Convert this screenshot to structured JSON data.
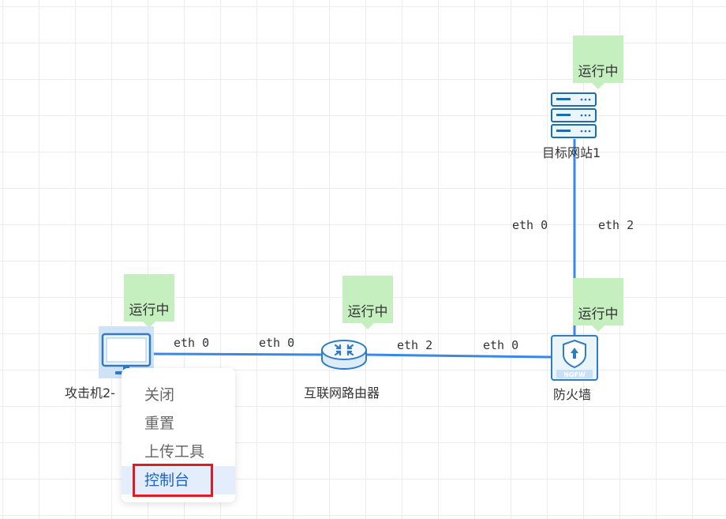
{
  "status_text": "运行中",
  "nodes": {
    "attacker": {
      "label": "攻击机2-",
      "status": "运行中"
    },
    "router": {
      "label": "互联网路由器",
      "status": "运行中"
    },
    "firewall": {
      "label": "防火墙",
      "status": "运行中",
      "icon_text": "NGFW"
    },
    "website": {
      "label": "目标网站1",
      "status": "运行中"
    }
  },
  "links": {
    "attacker_router": {
      "a_port": "eth 0",
      "b_port": "eth 0"
    },
    "router_firewall": {
      "a_port": "eth 2",
      "b_port": "eth 0"
    },
    "firewall_website": {
      "left_port": "eth 0",
      "right_port": "eth 2"
    }
  },
  "context_menu": {
    "items": [
      "关闭",
      "重置",
      "上传工具",
      "控制台"
    ],
    "selected": "控制台"
  },
  "colors": {
    "link": "#3a88e6",
    "status_badge": "#c6efc0",
    "highlight_border": "#e01b22",
    "menu_active_bg": "#e4edfb",
    "menu_active_text": "#1e63c7"
  }
}
